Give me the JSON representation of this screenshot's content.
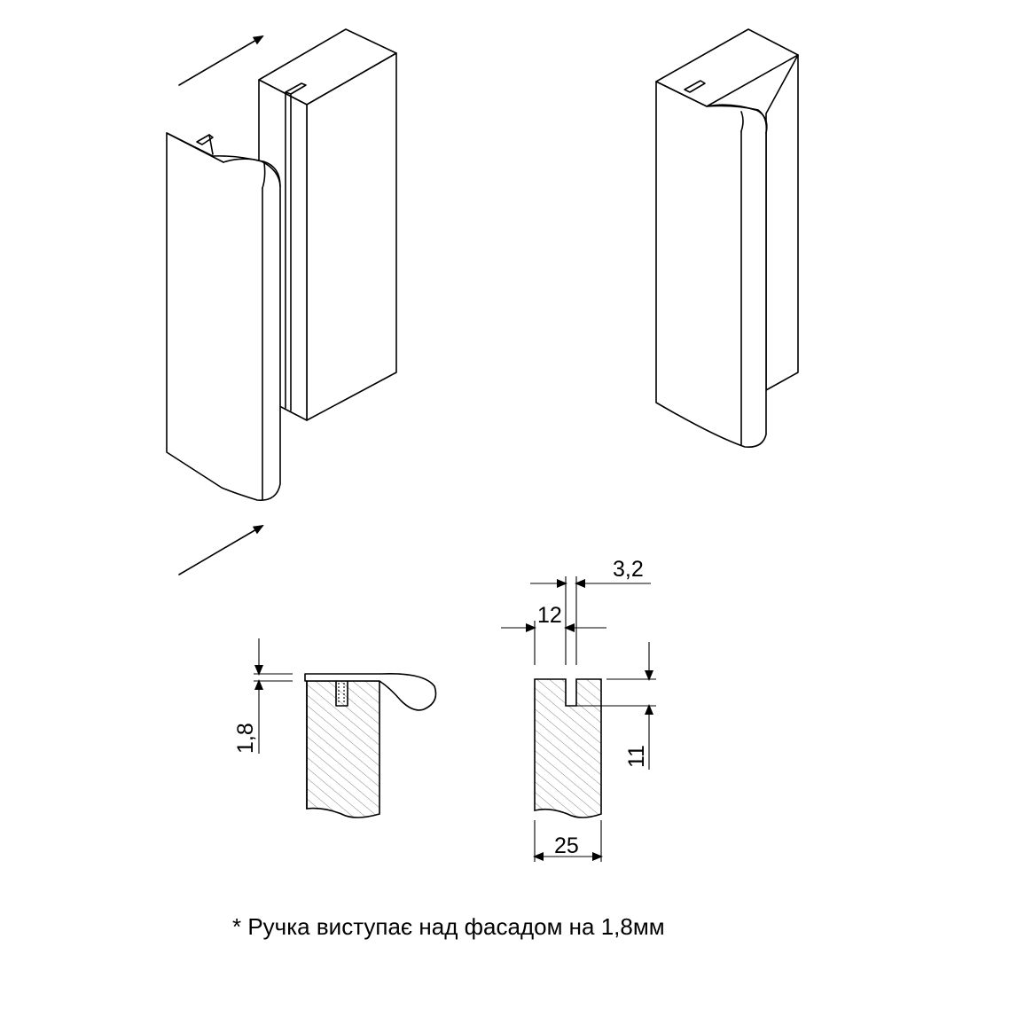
{
  "dimensions": {
    "protrusion": "1,8",
    "slot_width": "3,2",
    "slot_offset": "12",
    "slot_depth": "11",
    "panel_thickness": "25"
  },
  "note": "* Ручка виступає над фасадом на 1,8мм"
}
